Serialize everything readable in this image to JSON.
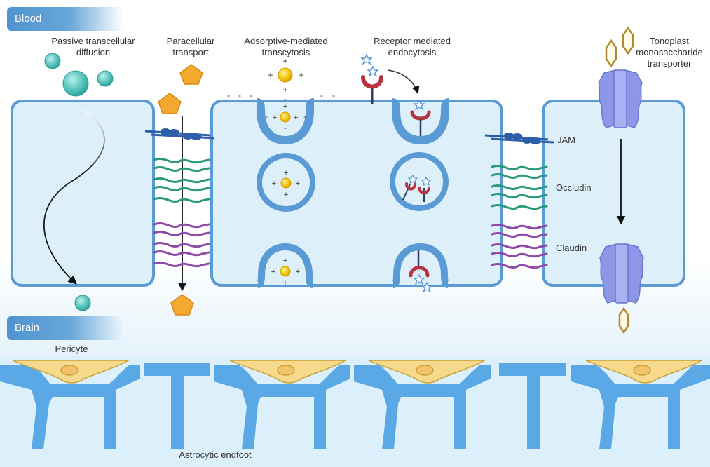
{
  "sections": {
    "blood": "Blood",
    "brain": "Brain"
  },
  "labels": {
    "passive_line1": "Passive transcellular",
    "passive_line2": "diffusion",
    "paracellular_line1": "Paracellular",
    "paracellular_line2": "transport",
    "adsorptive_line1": "Adsorptive-mediated",
    "adsorptive_line2": "transcytosis",
    "receptor_line1": "Receptor mediated",
    "receptor_line2": "endocytosis",
    "tonoplast_line1": "Tonoplast",
    "tonoplast_line2": "monosaccharide",
    "tonoplast_line3": "transporter",
    "jam": "JAM",
    "occludin": "Occludin",
    "claudin": "Claudin",
    "pericyte": "Pericyte",
    "astrocytic": "Astrocytic endfoot"
  },
  "symbols": {
    "plus": "+",
    "minus": "-"
  },
  "colors": {
    "membrane": "#5b9bd5",
    "cell_fill": "#ddf0fa",
    "molecule_teal": "#5cc7c0",
    "pentagon": "#f2a930",
    "cation": "#f5c400",
    "receptor": "#b8333f",
    "jam": "#2d5fa8",
    "occludin": "#2a9a7c",
    "claudin": "#8e4aa8",
    "transporter": "#8d97e8",
    "hexagon": "#b08a2e",
    "pericyte": "#f6d98a",
    "astrocyte": "#5aa9e6"
  }
}
